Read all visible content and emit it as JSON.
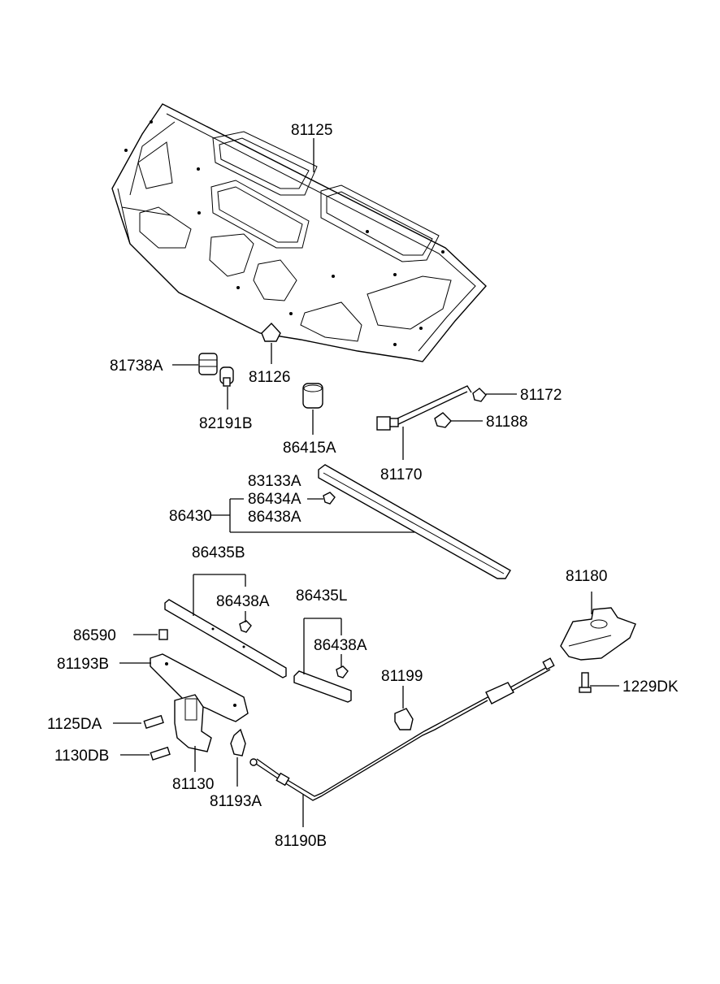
{
  "parts": {
    "p81125": "81125",
    "p81738A": "81738A",
    "p81126": "81126",
    "p82191B": "82191B",
    "p86415A": "86415A",
    "p81172": "81172",
    "p81188": "81188",
    "p81170": "81170",
    "p83133A": "83133A",
    "p86434A": "86434A",
    "p86430": "86430",
    "p86438A_1": "86438A",
    "p86435B": "86435B",
    "p86438A_2": "86438A",
    "p86435L": "86435L",
    "p86438A_3": "86438A",
    "p81180": "81180",
    "p86590": "86590",
    "p81193B": "81193B",
    "p81199": "81199",
    "p1229DK": "1229DK",
    "p1125DA": "1125DA",
    "p1130DB": "1130DB",
    "p81130": "81130",
    "p81193A": "81193A",
    "p81190B": "81190B"
  }
}
